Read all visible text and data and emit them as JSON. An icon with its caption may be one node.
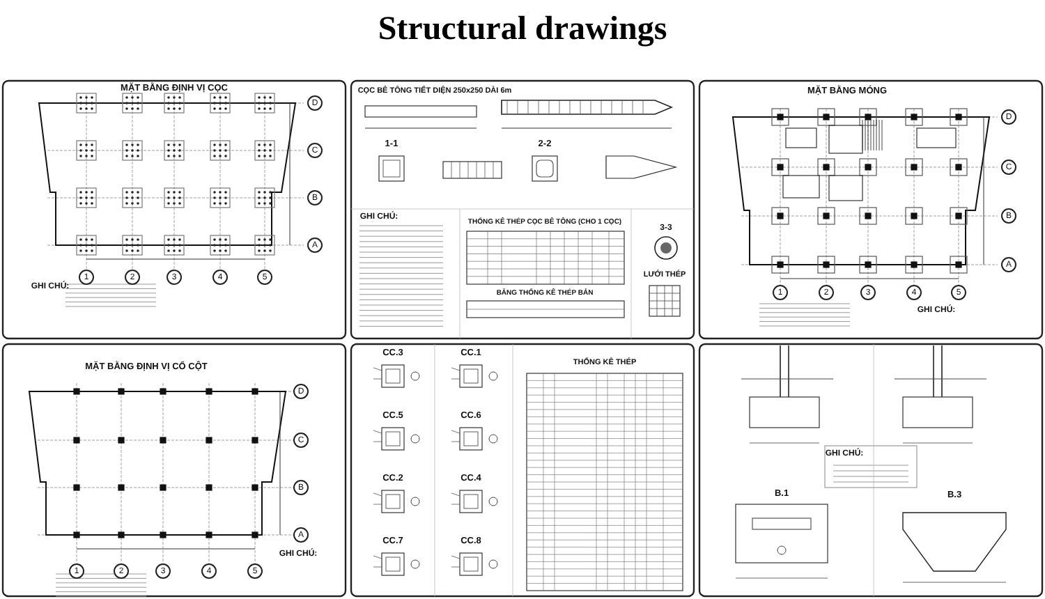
{
  "diagram": {
    "title": "Structural drawings",
    "labels": [
      "MẶT BẰNG ĐỊNH VỊ CỌC",
      "D",
      "C",
      "B",
      "A",
      "1",
      "2",
      "3",
      "4",
      "5",
      "GHI CHÚ:",
      "CỌC BÊ TÔNG TIẾT DIỆN 250x250 DÀI 6m",
      "1-1",
      "2-2",
      "GHI CHÚ:",
      "THỐNG KÊ THÉP CỌC BÊ TÔNG (CHO 1 CỌC)",
      "3-3",
      "BẢNG THỐNG KÊ THÉP BẢN",
      "LƯỚI THÉP",
      "MẶT BẰNG MÓNG",
      "D",
      "C",
      "B",
      "A",
      "1",
      "2",
      "3",
      "4",
      "5",
      "GHI CHÚ:",
      "MẶT BẰNG ĐỊNH VỊ CỔ CỘT",
      "D",
      "C",
      "B",
      "A",
      "1",
      "2",
      "3",
      "4",
      "5",
      "GHI CHÚ:",
      "CC.3",
      "CC.1",
      "CC.5",
      "CC.6",
      "CC.2",
      "CC.4",
      "CC.7",
      "CC.8",
      "THỐNG KÊ THÉP",
      "GHI CHÚ:",
      "B.1",
      "B.3"
    ]
  }
}
